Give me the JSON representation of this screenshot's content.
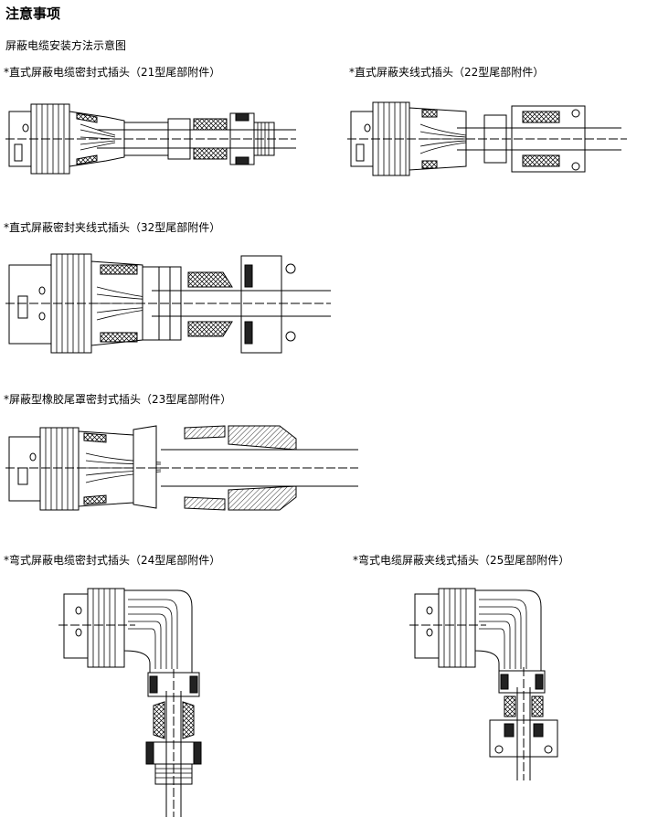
{
  "heading": "注意事项",
  "subheading": "屏蔽电缆安装方法示意图",
  "figures": [
    {
      "caption": "*直式屏蔽电缆密封式插头（21型尾部附件）"
    },
    {
      "caption": "*直式屏蔽夹线式插头（22型尾部附件）"
    },
    {
      "caption": "*直式屏蔽密封夹线式插头（32型尾部附件）"
    },
    {
      "caption": "*屏蔽型橡胶尾罩密封式插头（23型尾部附件）"
    },
    {
      "caption": "*弯式屏蔽电缆密封式插头（24型尾部附件）"
    },
    {
      "caption": "*弯式电缆屏蔽夹线式插头（25型尾部附件）"
    }
  ],
  "colors": {
    "line": "#000000",
    "hatch": "#222222",
    "background": "#ffffff"
  }
}
